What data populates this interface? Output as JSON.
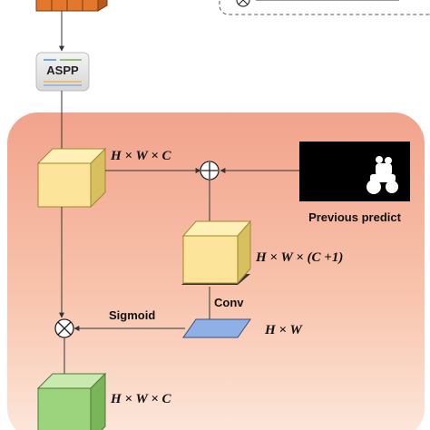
{
  "modules": {
    "aspp": "ASPP",
    "conv": "Conv",
    "sigmoid": "Sigmoid",
    "previous_predict": "Previous predict"
  },
  "dims": {
    "top_feature": "H × W × C",
    "concat_feature": "H × W × (C +1)",
    "attention_map": "H × W",
    "output_feature": "H × W × C"
  },
  "colors": {
    "top_tensor": "#e07a2c",
    "background_gradient_top": "#f0a68e",
    "background_gradient_bottom": "#fde6d8",
    "yellow_cube": "#fbe59a",
    "blue_plane": "#8fb0e6",
    "green_cube": "#9cd47e",
    "previous_predict_bg": "#000000"
  },
  "icons": {
    "add": "circle-plus-icon",
    "multiply": "circle-times-icon"
  }
}
